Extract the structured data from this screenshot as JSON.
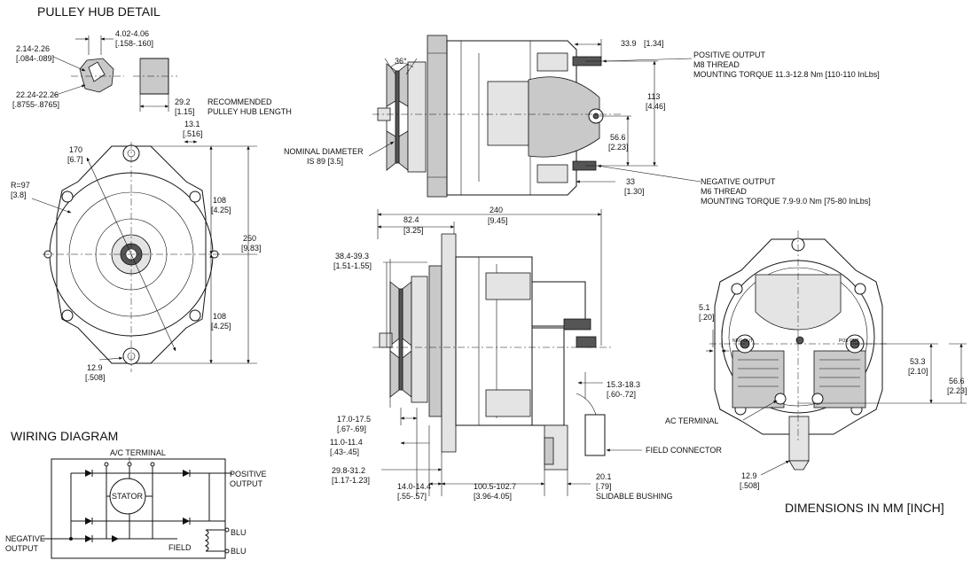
{
  "headings": {
    "pulley_hub_detail": "PULLEY HUB DETAIL",
    "wiring_diagram": "WIRING DIAGRAM",
    "dimensions_note": "DIMENSIONS IN MM [INCH]"
  },
  "pulley_hub": {
    "d1_mm": "2.14-2.26",
    "d1_in": "[.084-.089]",
    "d2_mm": "4.02-4.06",
    "d2_in": "[.158-.160]",
    "d3_mm": "22.24-22.26",
    "d3_in": "[.8755-.8765]",
    "len_mm": "29.2",
    "len_in": "[1.15]",
    "len_label_1": "RECOMMENDED",
    "len_label_2": "PULLEY HUB LENGTH"
  },
  "front_view": {
    "top_mm": "13.1",
    "top_in": "[.516]",
    "d170_mm": "170",
    "d170_in": "[6.7]",
    "r_mm": "R=97",
    "r_in": "[3.8]",
    "upper_mm": "108",
    "upper_in": "[4.25]",
    "lower_mm": "108",
    "lower_in": "[4.25]",
    "total_mm": "250",
    "total_in": "[9.83]",
    "hole_mm": "12.9",
    "hole_in": "[.508]"
  },
  "top_view": {
    "angle": "36°",
    "nominal_1": "NOMINAL DIAMETER",
    "nominal_2": "IS 89 [3.5]",
    "d339_mm": "33.9",
    "d339_in": "[1.34]",
    "pos_1": "POSITIVE OUTPUT",
    "pos_2": "M8 THREAD",
    "pos_3": "MOUNTING TORQUE 11.3-12.8 Nm [110-110 InLbs]",
    "d113_mm": "113",
    "d113_in": "[4.46]",
    "d566_mm": "56.6",
    "d566_in": "[2.23]",
    "d33_mm": "33",
    "d33_in": "[1.30]",
    "neg_1": "NEGATIVE OUTPUT",
    "neg_2": "M6 THREAD",
    "neg_3": "MOUNTING TORQUE 7.9-9.0 Nm [75-80 InLbs]"
  },
  "side_view": {
    "d240_mm": "240",
    "d240_in": "[9.45]",
    "d824_mm": "82.4",
    "d824_in": "[3.25]",
    "d384_mm": "38.4-39.3",
    "d384_in": "[1.51-1.55]",
    "d153_mm": "15.3-18.3",
    "d153_in": "[.60-.72]",
    "d170_mm": "17.0-17.5",
    "d170_in": "[.67-.69]",
    "d110_mm": "11.0-11.4",
    "d110_in": "[.43-.45]",
    "d298_mm": "29.8-31.2",
    "d298_in": "[1.17-1.23]",
    "d140_mm": "14.0-14.4",
    "d140_in": "[.55-.57]",
    "d1005_mm": "100.5-102.7",
    "d1005_in": "[3.96-4.05]",
    "d201_mm": "20.1",
    "d201_in": "[.79]",
    "bushing": "SLIDABLE BUSHING",
    "field_connector": "FIELD CONNECTOR"
  },
  "rear_view": {
    "d51_mm": "5.1",
    "d51_in": "[.20]",
    "d533_mm": "53.3",
    "d533_in": "[2.10]",
    "d566_mm": "56.6",
    "d566_in": "[2.23]",
    "ac_terminal": "AC TERMINAL",
    "hole_mm": "12.9",
    "hole_in": "[.508]",
    "neg_out_label": "NEG OUT",
    "pos_out_label": "POS OUT"
  },
  "wiring": {
    "ac_terminal": "A/C TERMINAL",
    "positive_1": "POSITIVE",
    "positive_2": "OUTPUT",
    "negative_1": "NEGATIVE",
    "negative_2": "OUTPUT",
    "stator": "STATOR",
    "field": "FIELD",
    "blu_top": "BLU",
    "blu_bottom": "BLU"
  }
}
